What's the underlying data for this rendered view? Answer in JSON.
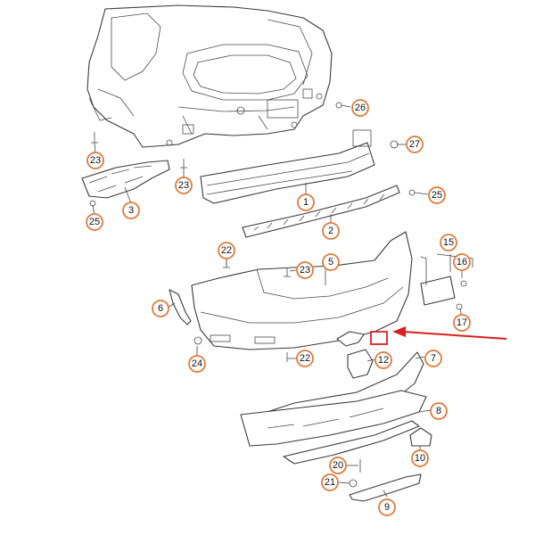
{
  "callouts": {
    "c1": "1",
    "c2": "2",
    "c3": "3",
    "c5": "5",
    "c6": "6",
    "c7": "7",
    "c8": "8",
    "c9": "9",
    "c10": "10",
    "c12": "12",
    "c15": "15",
    "c16": "16",
    "c17": "17",
    "c20": "20",
    "c21": "21",
    "c22a": "22",
    "c22b": "22",
    "c23a": "23",
    "c23b": "23",
    "c23c": "23",
    "c24": "24",
    "c25a": "25",
    "c25b": "25",
    "c26": "26",
    "c27": "27"
  },
  "colors": {
    "callout_ring": "#e07a3a",
    "highlight_arrow": "#d92020",
    "line_art": "#3a3a3a"
  },
  "highlighted_part": "12"
}
